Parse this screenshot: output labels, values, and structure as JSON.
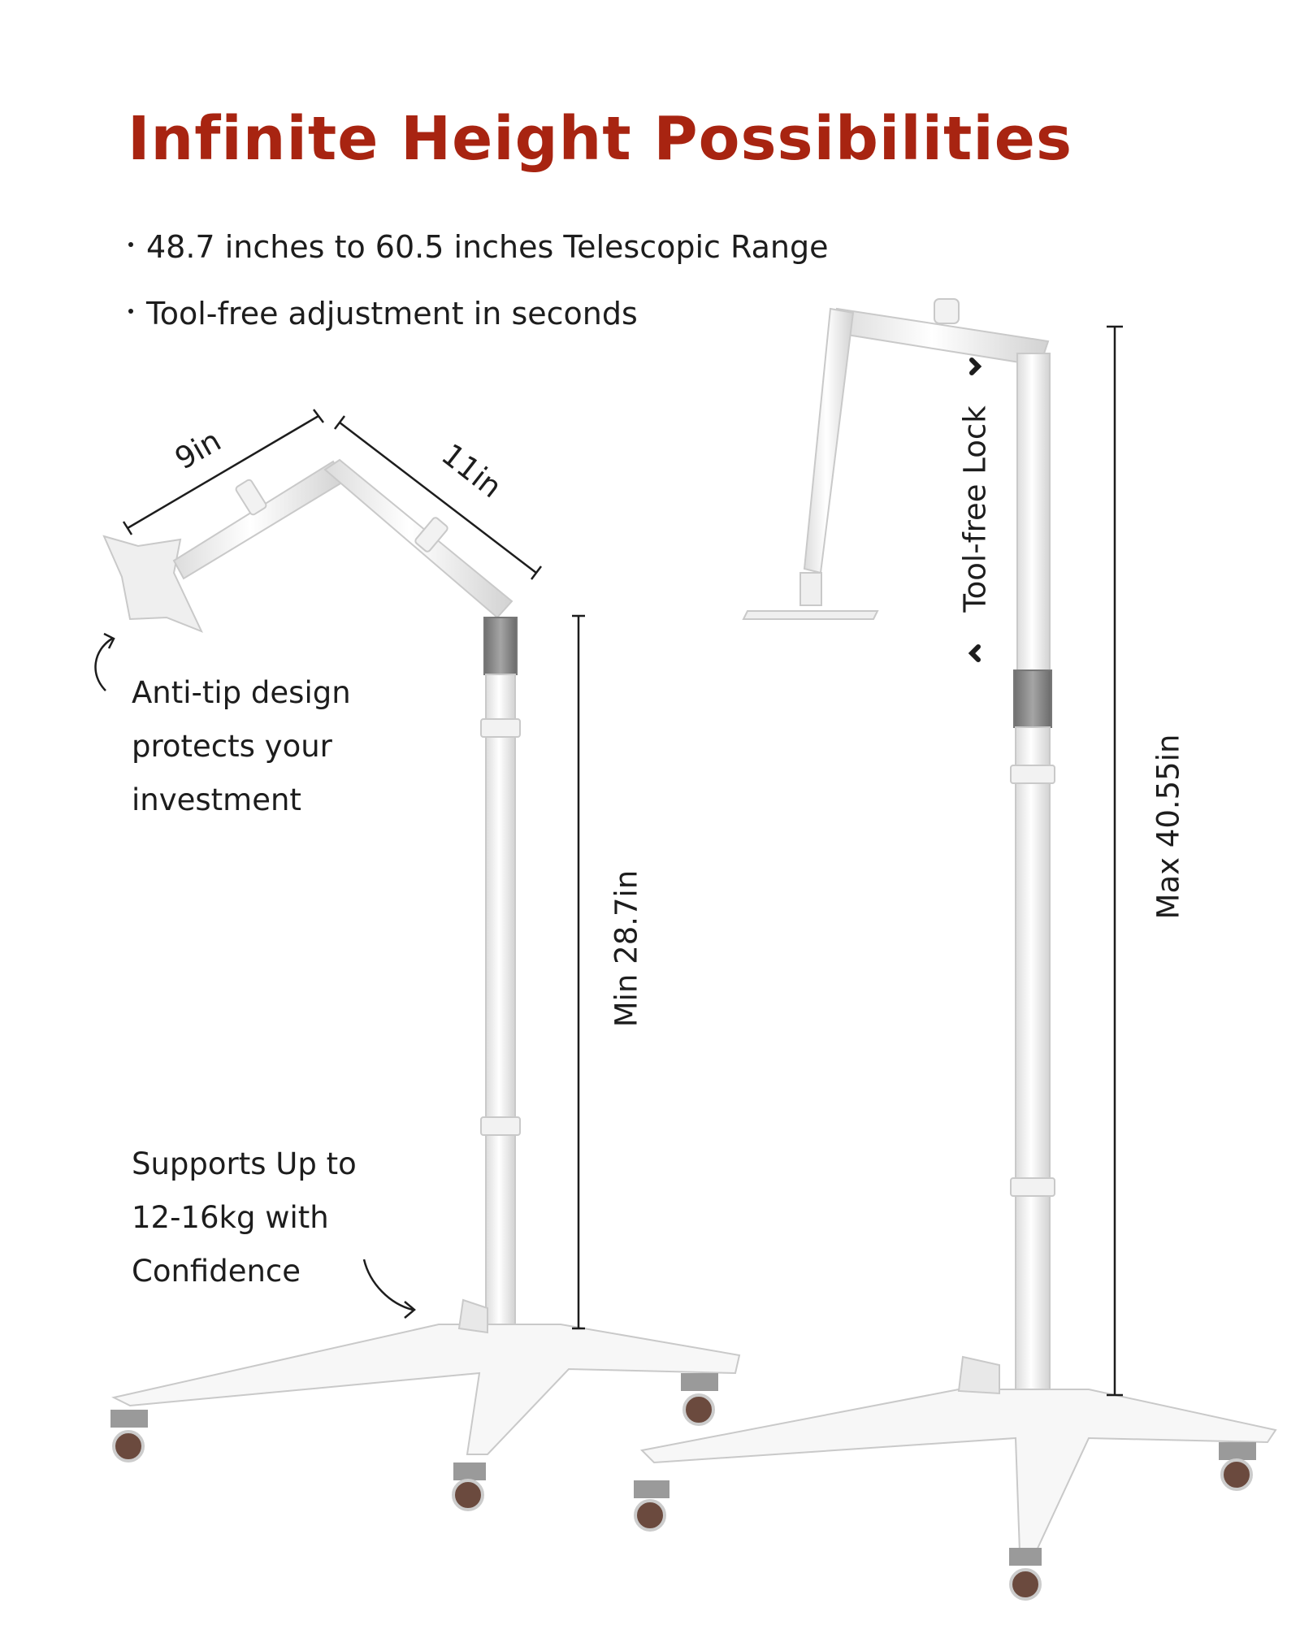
{
  "title": "Infinite Height Possibilities",
  "bullets": [
    "48.7 inches to 60.5 inches Telescopic Range",
    "Tool-free adjustment in seconds"
  ],
  "notes": {
    "anti_tip": [
      "Anti-tip design",
      "protects your",
      "investment"
    ],
    "supports": [
      "Supports Up to",
      "12-16kg with",
      "Confidence"
    ]
  },
  "dimensions": {
    "arm_short": "9in",
    "arm_long": "11in",
    "min_height": "Min 28.7in",
    "max_height": "Max 40.55in",
    "lock_label": "Tool-free Lock"
  },
  "colors": {
    "accent": "#a82411",
    "stand": "#f4f4f4",
    "collar": "#8c8c8c",
    "wheel": "#6b4a3e"
  }
}
